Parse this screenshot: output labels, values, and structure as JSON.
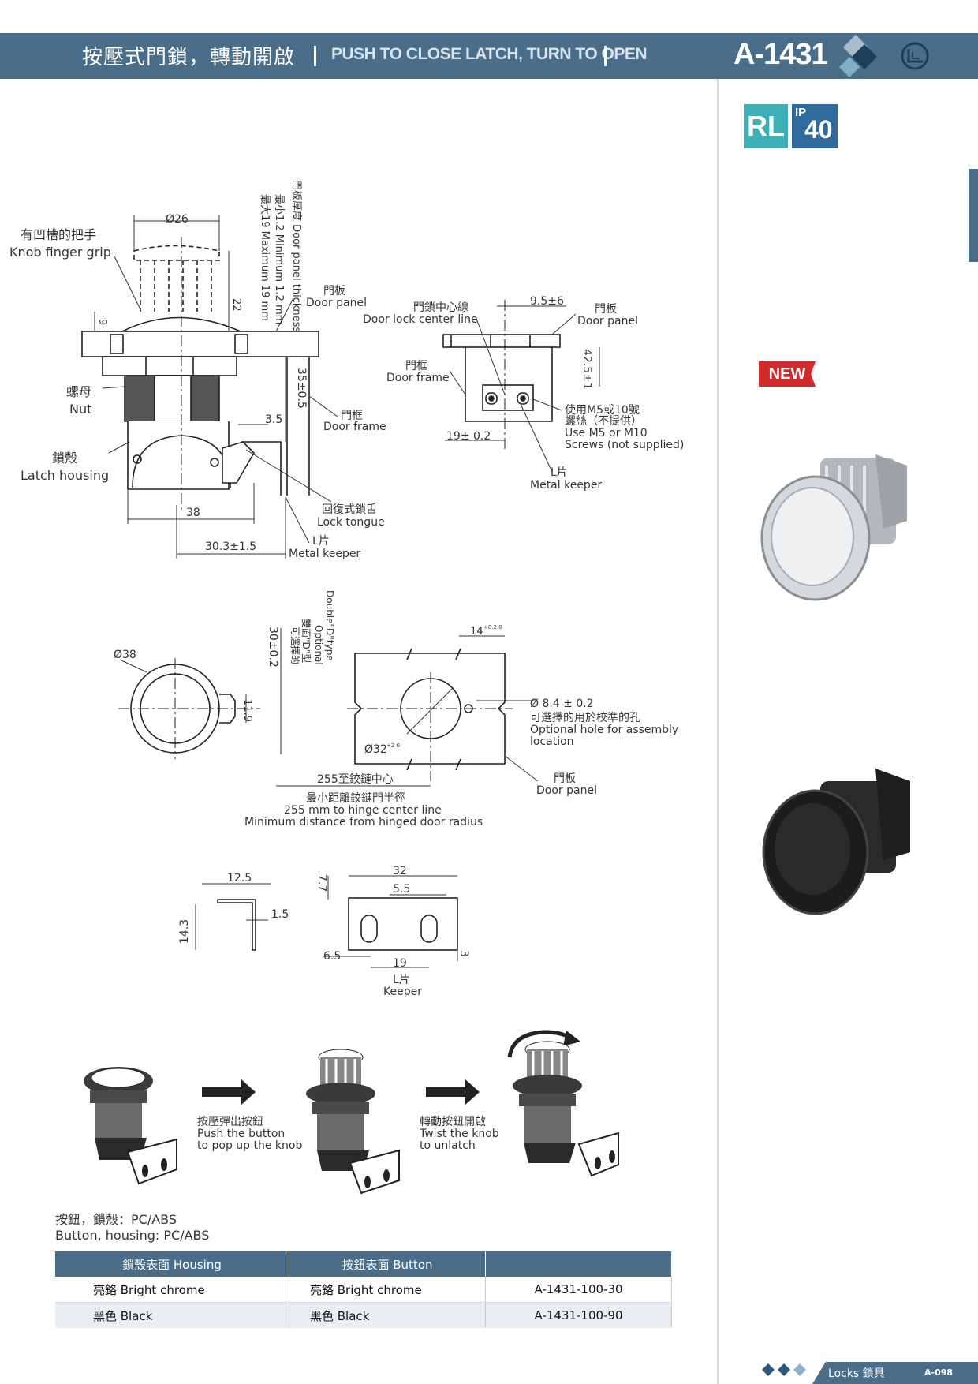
{
  "header": {
    "title_cn": "按壓式門鎖，轉動開啟",
    "title_en": "PUSH TO CLOSE LATCH, TURN TO OPEN",
    "model": "A-1431"
  },
  "badges": {
    "rl": "RL",
    "ip_prefix": "IP",
    "ip_rating": "40",
    "new": "NEW"
  },
  "colors": {
    "brand": "#4a6e8a",
    "teal": "#3cb0b4",
    "ip_blue": "#2f6a9c",
    "new_red": "#d22a2a",
    "row_alt": "#e9eef2"
  },
  "icons": [
    "brand-logo-icon",
    "diamond-icon",
    "arrow-right-icon",
    "rotate-arrow-icon"
  ],
  "drawing_side": {
    "knob_cn": "有凹槽的把手",
    "knob_en": "Knob finger grip",
    "nut_cn": "螺母",
    "nut_en": "Nut",
    "housing_cn": "鎖殼",
    "housing_en": "Latch housing",
    "panel_thickness_cn": "門板厚度 Door panel thickness",
    "panel_min": "最小1.2 Minimum 1.2 mm",
    "panel_max": "最大19 Maximum 19 mm",
    "door_panel_cn": "門板",
    "door_panel_en": "Door panel",
    "door_frame_cn": "門框",
    "door_frame_en": "Door frame",
    "tongue_cn": "回復式鎖舌",
    "tongue_en": "Lock tongue",
    "keeper_cn": "L片",
    "keeper_en": "Metal keeper",
    "dim_26": "Ø26",
    "dim_22": "22",
    "dim_9": "9",
    "dim_35": "35±0.5",
    "dim_3_5": "3.5",
    "dim_38": "38",
    "dim_30_3": "30.3±1.5"
  },
  "drawing_top": {
    "center_cn": "門鎖中心線",
    "center_en": "Door lock center line",
    "panel_cn": "門板",
    "panel_en": "Door panel",
    "frame_cn": "門框",
    "frame_en": "Door frame",
    "screw_cn1": "使用M5或10號",
    "screw_cn2": "螺絲（不提供）",
    "screw_en1": "Use M5 or M10",
    "screw_en2": "Screws (not supplied)",
    "keeper_cn": "L片",
    "keeper_en": "Metal keeper",
    "dim_9_5": "9.5±6",
    "dim_42_5": "42.5±1",
    "dim_19": "19± 0.2"
  },
  "drawing_cutout": {
    "dim_38": "Ø38",
    "dim_11_9": "11.9",
    "dim_30": "30±0.2",
    "opt_cn1": "可選擇的",
    "opt_cn2": "雙面\"D\"型",
    "opt_en1": "Optional",
    "opt_en2": "Double\"D\"type",
    "dim_14": "14",
    "tol_14": "+0.2 0",
    "dim_8_4": "Ø 8.4 ± 0.2",
    "hole_cn": "可選擇的用於校準的孔",
    "hole_en1": "Optional hole for assembly",
    "hole_en2": "location",
    "dim_32": "Ø32",
    "tol_32": "+2 0",
    "hinge_cn1": "255至鉸鏈中心",
    "hinge_cn2": "最小距離鉸鏈門半徑",
    "hinge_en1": "255 mm to hinge center line",
    "hinge_en2": "Minimum distance from hinged door radius",
    "panel_cn": "門板",
    "panel_en": "Door panel"
  },
  "drawing_keeper": {
    "dim_12_5": "12.5",
    "dim_1_5": "1.5",
    "dim_14_3": "14.3",
    "dim_7_7": "7.7",
    "dim_32": "32",
    "dim_5_5": "5.5",
    "dim_6_5": "6.5",
    "dim_19": "19",
    "dim_3": "3",
    "keeper_cn": "L片",
    "keeper_en": "Keeper"
  },
  "steps": {
    "push_cn": "按壓彈出按鈕",
    "push_en1": "Push the button",
    "push_en2": "to pop up the knob",
    "twist_cn": "轉動按鈕開啟",
    "twist_en1": "Twist the knob",
    "twist_en2": "to unlatch"
  },
  "material": {
    "cn": "按鈕，鎖殼：PC/ABS",
    "en": "Button, housing: PC/ABS"
  },
  "table": {
    "headers": [
      "鎖殼表面 Housing",
      "按鈕表面 Button",
      ""
    ],
    "rows": [
      [
        "亮鉻 Bright chrome",
        "亮鉻 Bright chrome",
        "A-1431-100-30"
      ],
      [
        "黑色 Black",
        "黑色 Black",
        "A-1431-100-90"
      ]
    ]
  },
  "footer": {
    "section": "Locks 鎖具",
    "page": "A-098"
  }
}
